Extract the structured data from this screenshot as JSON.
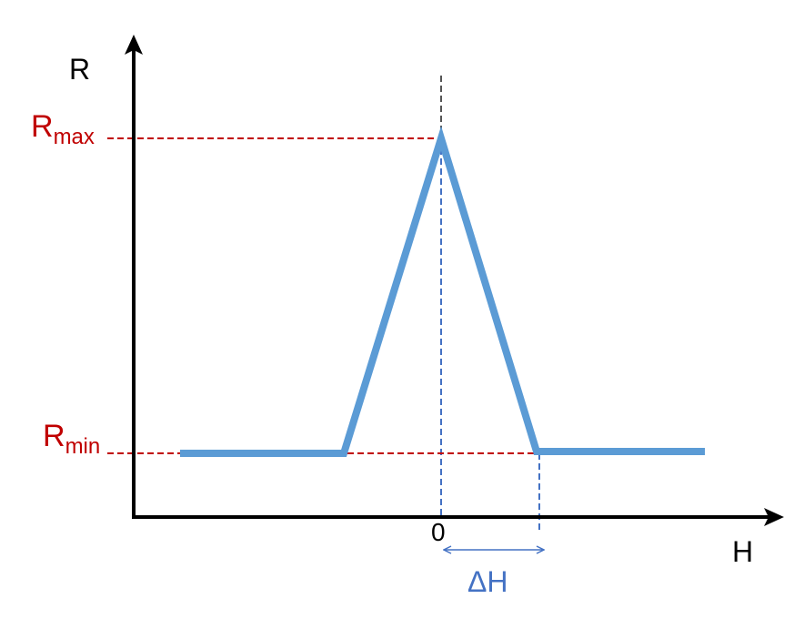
{
  "axes": {
    "y_label": "R",
    "x_label": "H",
    "origin_tick_label": "0"
  },
  "levels": {
    "max": {
      "base": "R",
      "sub": "max"
    },
    "min": {
      "base": "R",
      "sub": "min"
    }
  },
  "width_marker": {
    "label": "ΔH"
  },
  "colors": {
    "axis": "#000000",
    "curve": "#5b9bd5",
    "level_lines": "#c00000",
    "level_labels": "#c00000",
    "width_marker": "#4472c4",
    "center_line": "#555555"
  }
}
